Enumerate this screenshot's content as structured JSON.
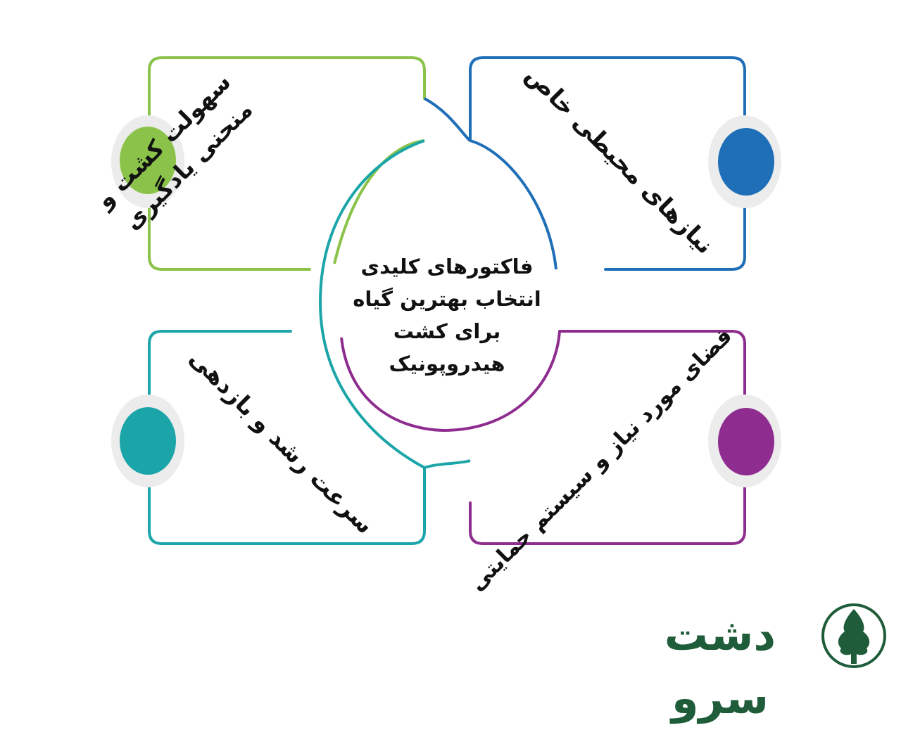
{
  "center": {
    "lines": [
      "فاکتورهای کلیدی",
      "انتخاب بهترین گیاه",
      "برای کشت",
      "هیدروپونیک"
    ]
  },
  "quadrants": {
    "top_left": {
      "lines": [
        "سهولت کشت و",
        "منحنی یادگیری"
      ],
      "color": "#8bc34a"
    },
    "top_right": {
      "text": "نیازهای محیطی خاص",
      "color": "#1e6fb8"
    },
    "bottom_left": {
      "text": "سرعت رشد و بازدهی",
      "color": "#1ba5a8"
    },
    "bottom_right": {
      "text": "فضای مورد نیاز و سیستم حمایتی",
      "color": "#8e2d8f"
    }
  },
  "logo": {
    "text": "دشت سرو",
    "color": "#1e5c3a",
    "icon": "cypress-tree-icon"
  }
}
